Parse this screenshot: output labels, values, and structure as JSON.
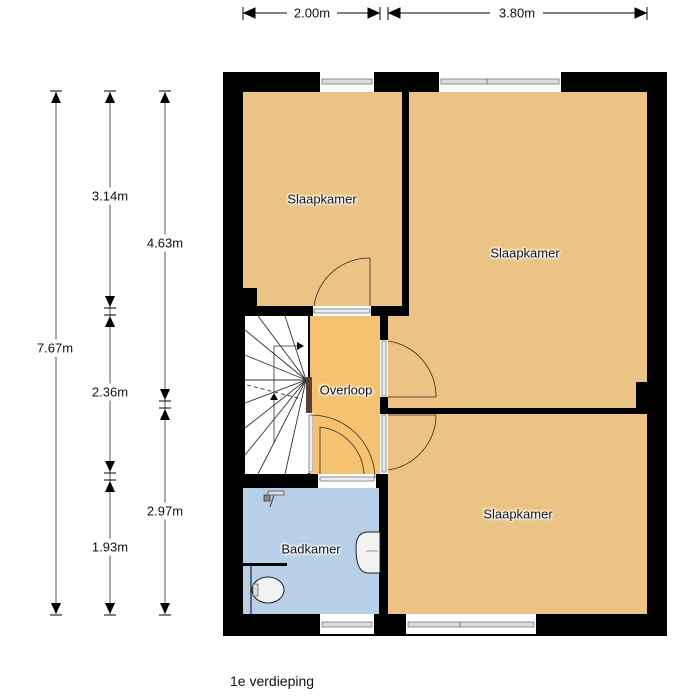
{
  "floor": {
    "caption": "1e verdieping",
    "colors": {
      "bedroom": "#EBC385",
      "landing": "#F5C272",
      "bathroom": "#B8CFE8",
      "stairs": "#FFFFFF",
      "wall": "#000000"
    }
  },
  "rooms": [
    {
      "id": "bedroom-1",
      "label": "Slaapkamer"
    },
    {
      "id": "bedroom-2",
      "label": "Slaapkamer"
    },
    {
      "id": "bedroom-3",
      "label": "Slaapkamer"
    },
    {
      "id": "landing",
      "label": "Overloop"
    },
    {
      "id": "bathroom",
      "label": "Badkamer"
    }
  ],
  "dimensions": {
    "horizontal": [
      {
        "label": "2.00m"
      },
      {
        "label": "3.80m"
      }
    ],
    "vertical": [
      {
        "label": "7.67m"
      },
      {
        "label": "3.14m"
      },
      {
        "label": "2.36m"
      },
      {
        "label": "1.93m"
      },
      {
        "label": "4.63m"
      },
      {
        "label": "2.97m"
      }
    ]
  }
}
